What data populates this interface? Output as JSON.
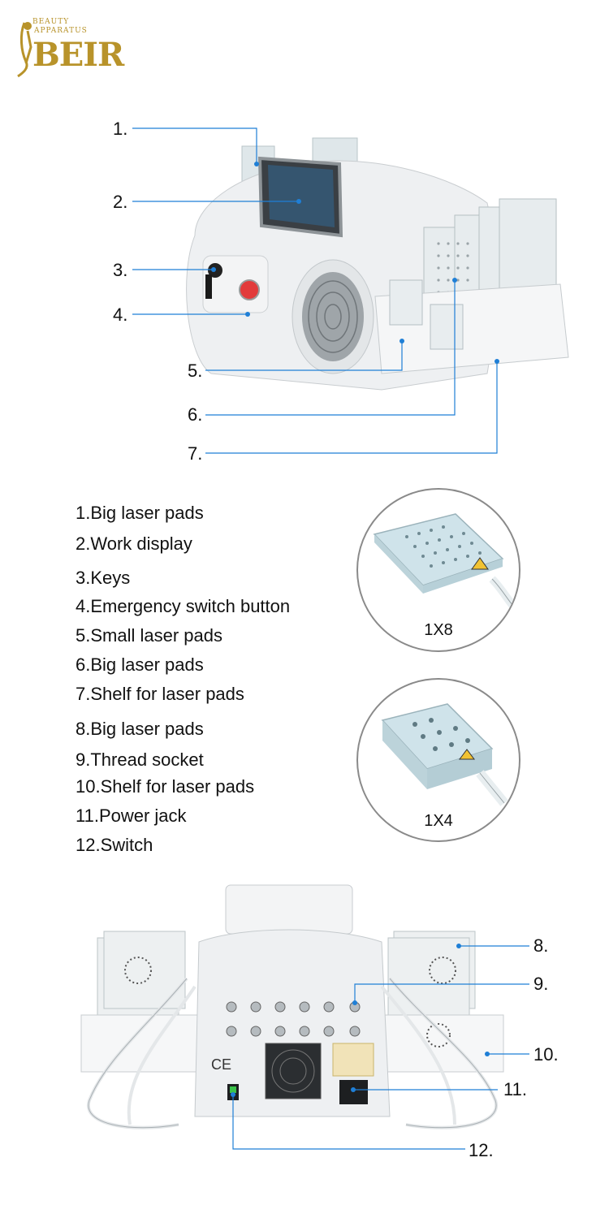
{
  "logo": {
    "brand_top": "BEAUTY",
    "brand_mid": "APPARATUS",
    "brand_main": "BEIR",
    "color": "#b8932a"
  },
  "top_callouts": [
    "1.",
    "2.",
    "3.",
    "4.",
    "5.",
    "6.",
    "7."
  ],
  "bottom_callouts": [
    "8.",
    "9.",
    "10.",
    "11.",
    "12."
  ],
  "legend": [
    "1.Big laser pads",
    "2.Work display",
    "3.Keys",
    "4.Emergency switch button",
    "5.Small laser pads",
    "6.Big laser pads",
    "7.Shelf for laser pads",
    "8.Big laser pads",
    "9.Thread socket",
    "10.Shelf for laser pads",
    "11.Power jack",
    "12.Switch"
  ],
  "pads": {
    "big_label": "1X8",
    "small_label": "1X4"
  },
  "colors": {
    "leader_line": "#1f7fd6",
    "pad_blue": "#cfe3ea",
    "device_white": "#eef0f2",
    "emergency_red": "#e23b3b"
  }
}
